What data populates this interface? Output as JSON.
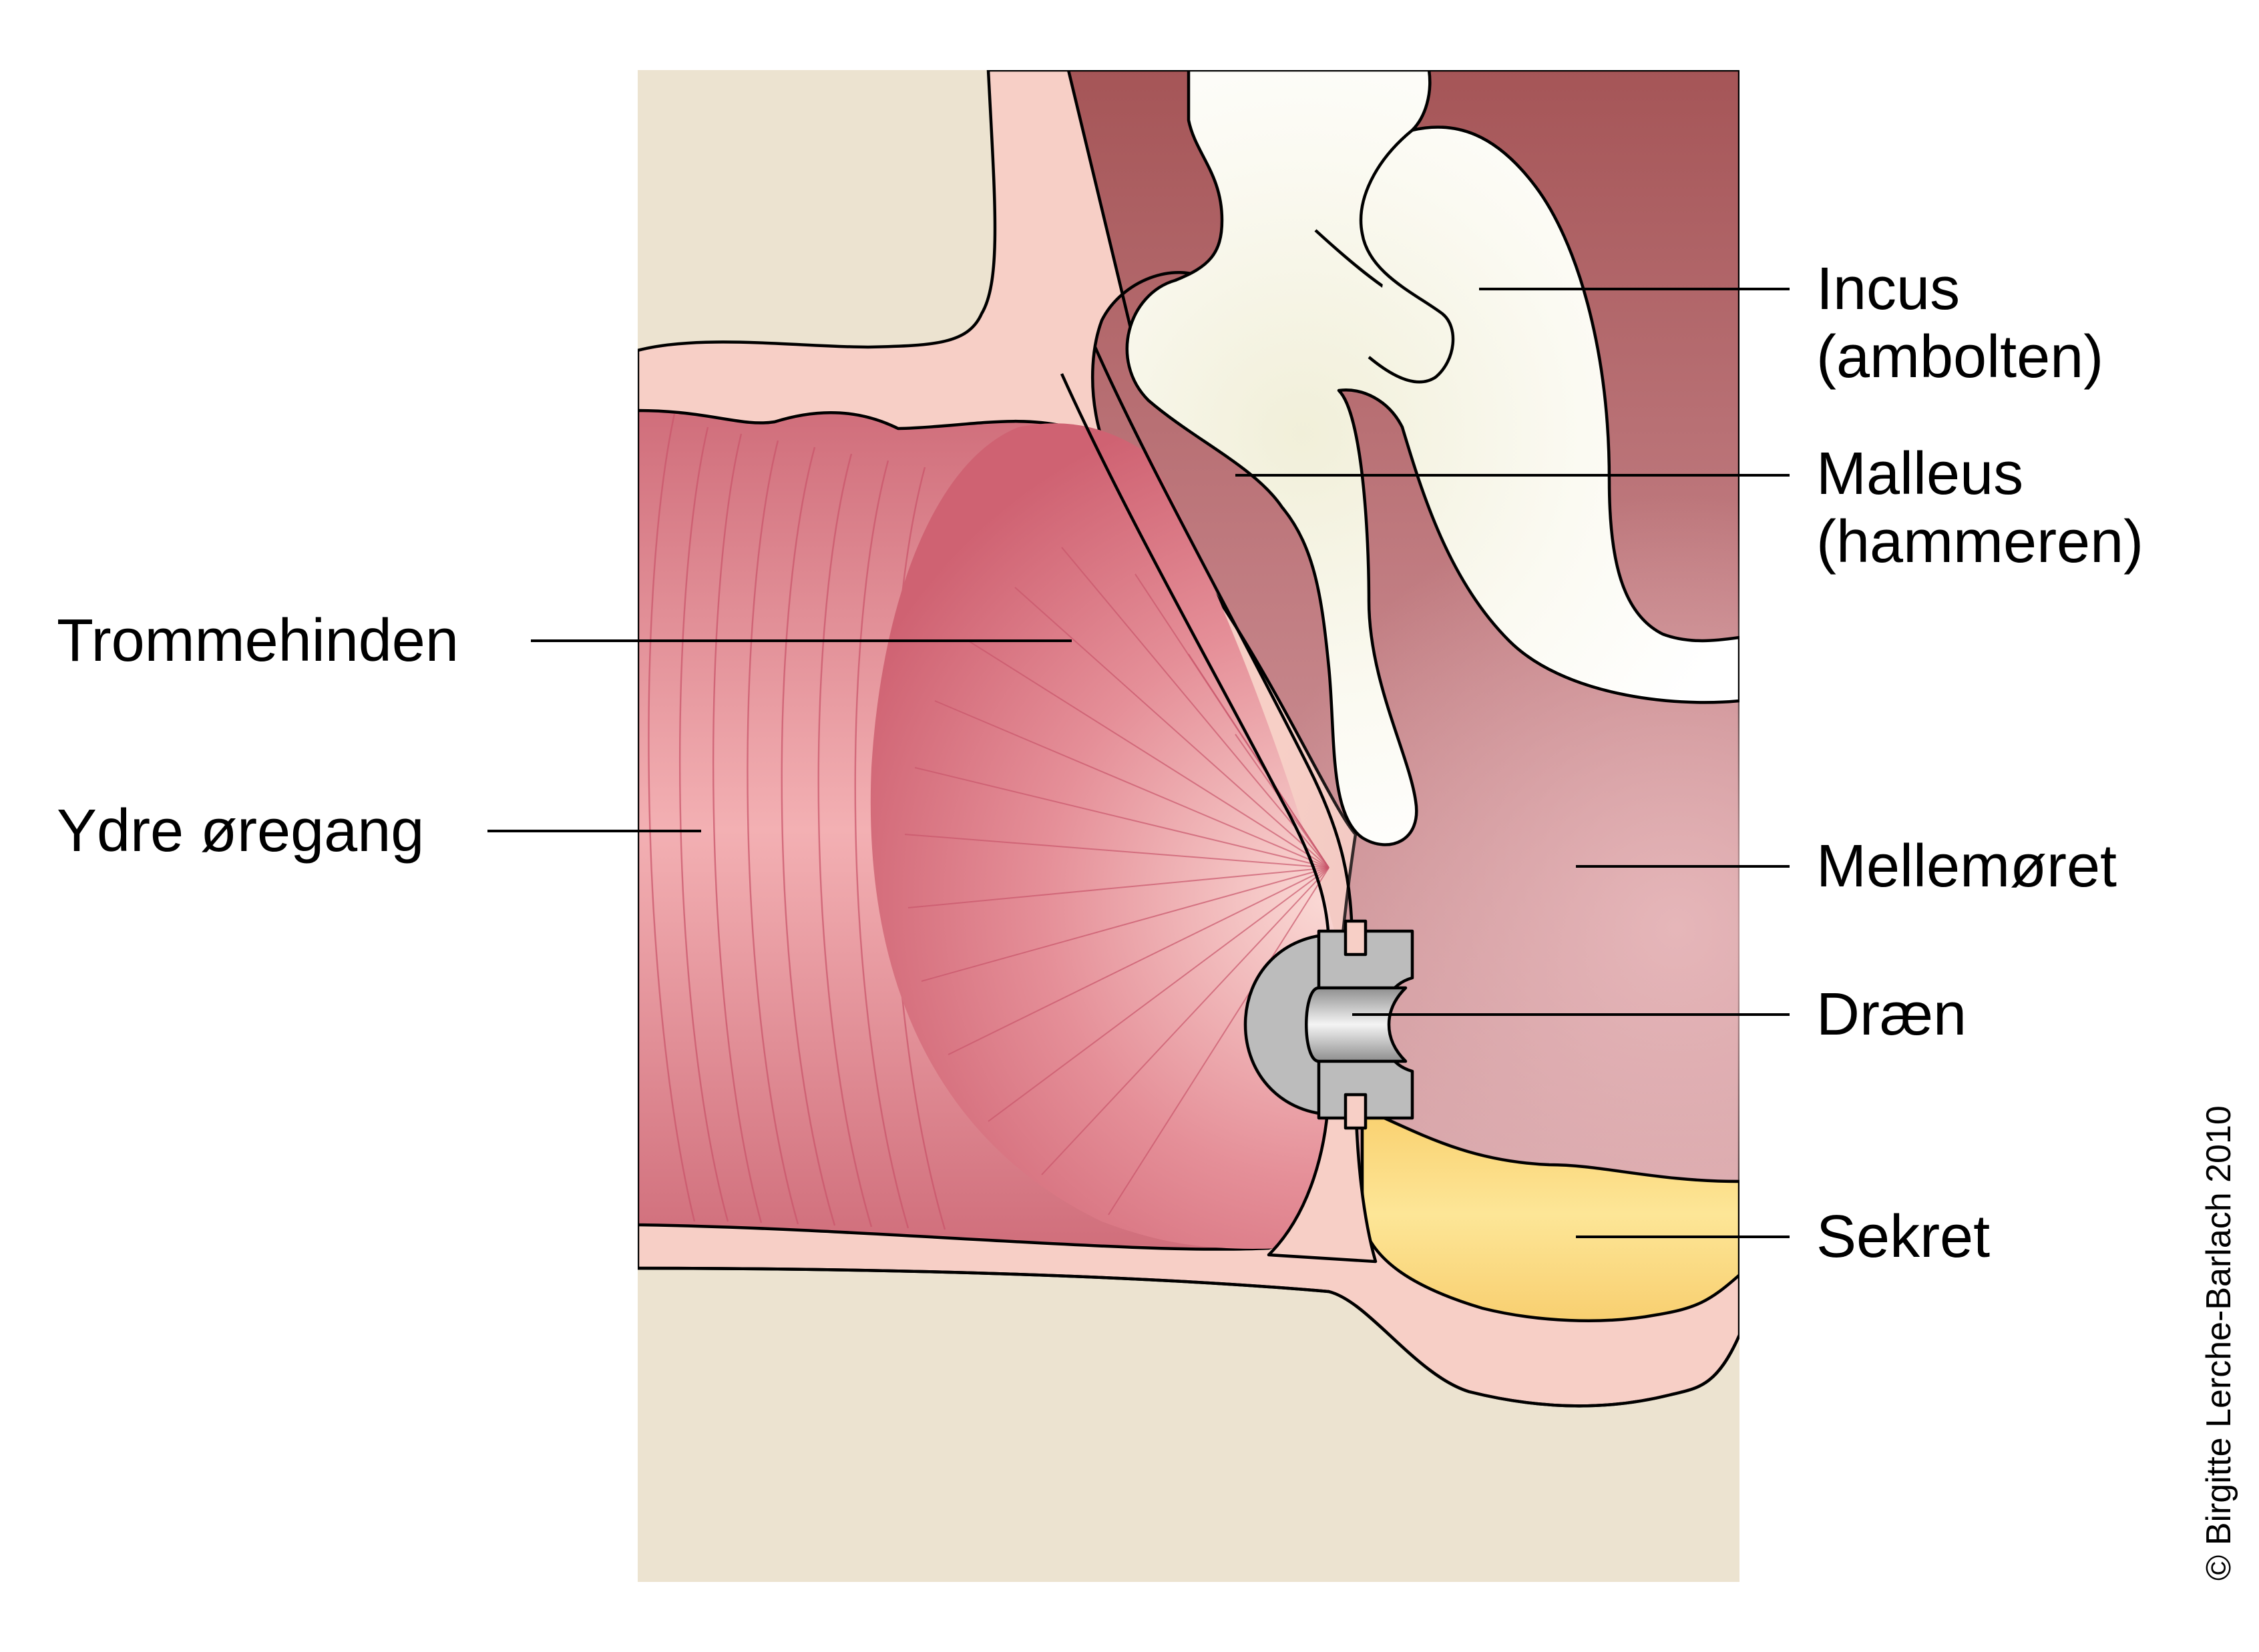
{
  "labels": {
    "incus_line1": "Incus",
    "incus_line2": "(ambolten)",
    "malleus_line1": "Malleus",
    "malleus_line2": "(hammeren)",
    "trommehinden": "Trommehinden",
    "ydre_oregang": "Ydre øregang",
    "mellemoret": "Mellemøret",
    "draen": "Dræn",
    "sekret": "Sekret"
  },
  "copyright": "© Birgitte Lerche-Barlach 2010",
  "colors": {
    "bone_background": "#ece3d0",
    "tissue_skin": "#f7cfc6",
    "middle_ear_dark": "#a55557",
    "middle_ear_light": "#dca9ad",
    "canal_wall": "#d97882",
    "eardrum": "#e28b94",
    "ossicles": "#fbf9ef",
    "drain_grey": "#bcbcbc",
    "secretion_yellow": "#fde28a"
  }
}
